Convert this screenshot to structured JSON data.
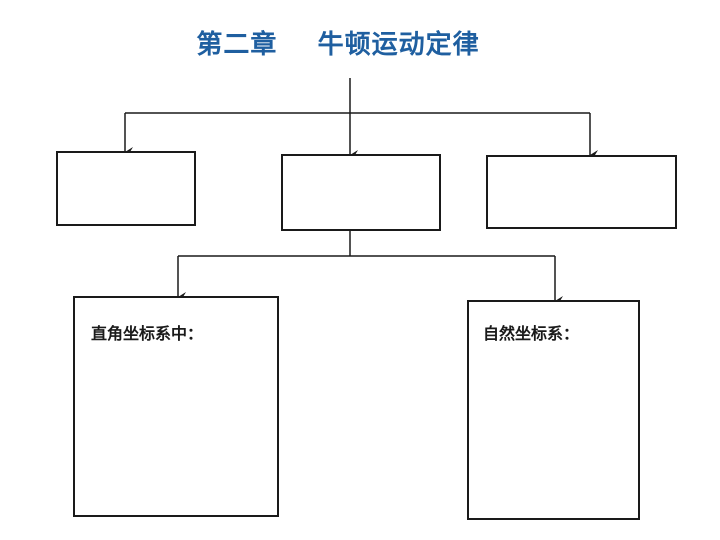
{
  "title": "第二章    牛顿运动定律",
  "boxes": {
    "cartesian_label": "直角坐标系中：",
    "natural_label": "自然坐标系："
  },
  "colors": {
    "title": "#1f5fa0",
    "line": "#1a1a1a"
  }
}
